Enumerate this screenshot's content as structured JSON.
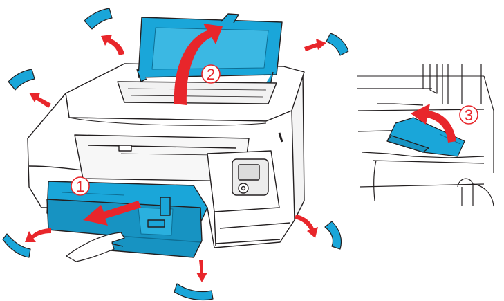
{
  "figure": {
    "steps": [
      {
        "number": "1"
      },
      {
        "number": "2"
      },
      {
        "number": "3"
      }
    ],
    "colors": {
      "highlight": "#1aa6d9",
      "highlight_dark": "#0e6e94",
      "arrow": "#e8262b",
      "outline": "#231f20",
      "body": "#ffffff",
      "shade": "#e9e9e9"
    },
    "icons": [
      "protective-tape-icon",
      "removal-arrow-icon",
      "step-arrow-icon",
      "hand-icon"
    ]
  }
}
